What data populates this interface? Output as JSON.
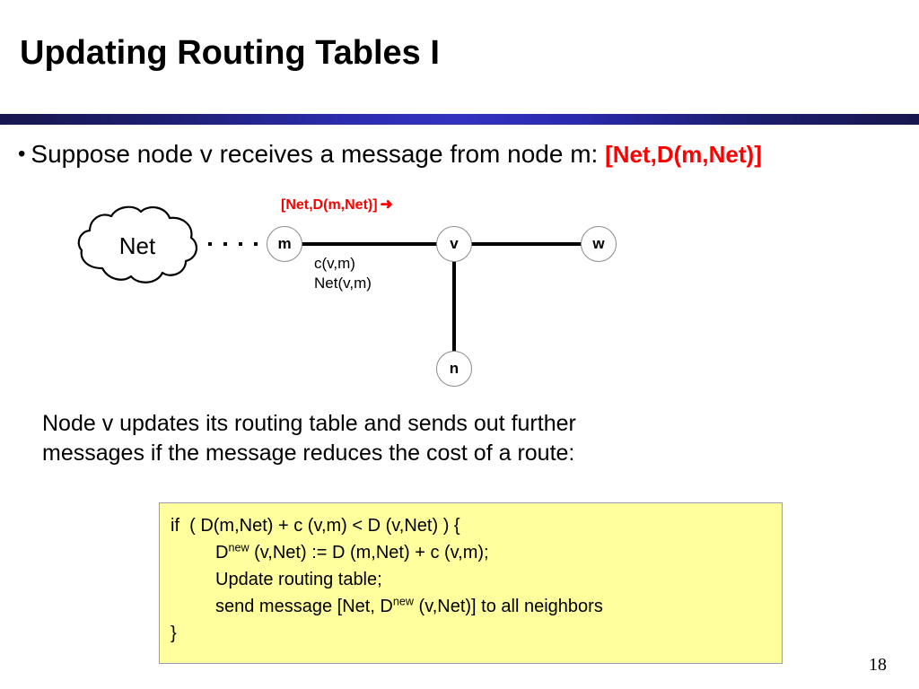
{
  "slide": {
    "title": "Updating Routing Tables I",
    "page_number": "18",
    "divider_color_dark": "#17174f",
    "divider_color_bright": "#3232c0"
  },
  "bullet": {
    "marker": "•",
    "text": "Suppose node v receives a message from node m: ",
    "code": "[Net,D(m,Net)]",
    "code_color": "#ff0000"
  },
  "diagram": {
    "cloud_label": "Net",
    "message_label": "[Net,D(m,Net)]",
    "message_arrow": "➜",
    "message_color": "#ff0000",
    "edge_label_cost": "c(v,m)",
    "edge_label_net": "Net(v,m)",
    "nodes": [
      {
        "id": "m",
        "label": "m"
      },
      {
        "id": "v",
        "label": "v"
      },
      {
        "id": "w",
        "label": "w"
      },
      {
        "id": "n",
        "label": "n"
      }
    ]
  },
  "paragraph": {
    "line1": "Node v updates its routing table and sends out further",
    "line2": "messages  if the message reduces the cost of a route:"
  },
  "code_box": {
    "background": "#ffff9e",
    "border_color": "#9a9ab4",
    "lines": [
      {
        "text": "if  ( D(m,Net) + c (v,m) < D (v,Net) ) {",
        "indent": false
      },
      {
        "pre": "D",
        "sup": "new",
        "post": " (v,Net) := D (m,Net) + c (v,m);",
        "indent": true
      },
      {
        "text": "Update routing table;",
        "indent": true
      },
      {
        "pre": "send message [Net, D",
        "sup": "new",
        "post": " (v,Net)] to all neighbors",
        "indent": true
      },
      {
        "text": "}",
        "indent": false
      }
    ]
  }
}
